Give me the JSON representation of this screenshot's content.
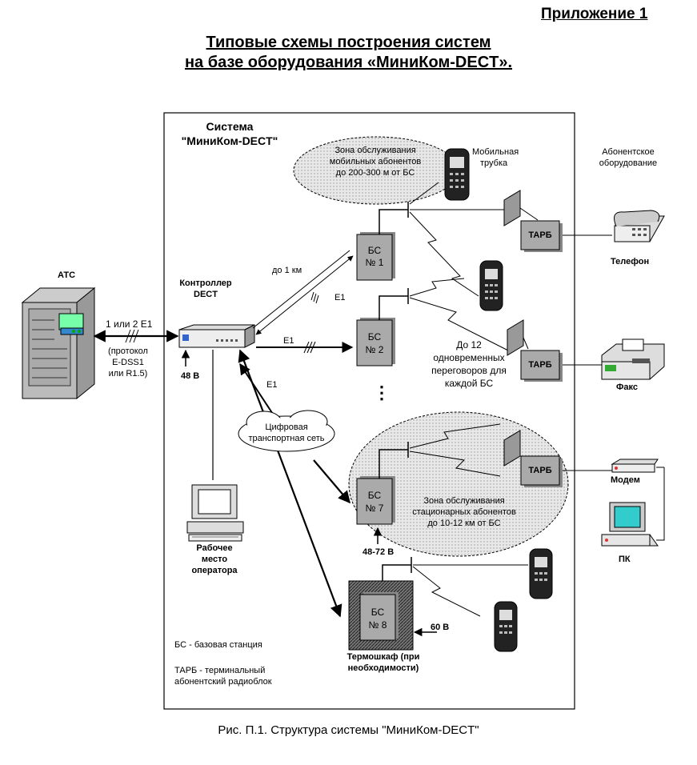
{
  "header": {
    "appendix": "Приложение 1"
  },
  "title": {
    "line1": "Типовые схемы построения систем",
    "line2": "на базе оборудования «МиниКом-DECT»."
  },
  "system": {
    "line1": "Система",
    "line2": "\"МиниКом-DECT\""
  },
  "zones": {
    "mobile": [
      "Зона обслуживания",
      "мобильных абонентов",
      "до 200-300 м от БС"
    ],
    "fixed": [
      "Зона обслуживания",
      "стационарных абонентов",
      "до 10-12 км от БС"
    ]
  },
  "labels": {
    "mobile_handset": [
      "Мобильная",
      "трубка"
    ],
    "subscriber_equipment": [
      "Абонентское",
      "оборудование"
    ],
    "ats": "АТС",
    "e1_count": "1 или 2 Е1",
    "protocol": [
      "(протокол",
      "E-DSS1",
      "или R1.5)"
    ],
    "controller": [
      "Контроллер",
      "DECT"
    ],
    "v48": "48 В",
    "v48_72": "48-72 В",
    "v60": "60 В",
    "distance": "до 1 км",
    "e1_a": "E1",
    "e1_b": "E1",
    "e1_c": "E1",
    "dots": "⋮",
    "transport_net": [
      "Цифровая",
      "транспортная сеть"
    ],
    "workplace": [
      "Рабочее",
      "место",
      "оператора"
    ],
    "simultaneous": [
      "До 12",
      "одновременных",
      "переговоров для",
      "каждой БС"
    ],
    "thermobox": [
      "Термошкаф (при",
      "необходимости)"
    ],
    "telephone": "Телефон",
    "fax": "Факс",
    "modem": "Модем",
    "pc": "ПК",
    "legend_bs": "БС - базовая станция",
    "legend_tarb": [
      "ТАРБ - терминальный",
      "абонентский радиоблок"
    ]
  },
  "base_stations": [
    {
      "name": "БС",
      "num": "№ 1"
    },
    {
      "name": "БС",
      "num": "№ 2"
    },
    {
      "name": "БС",
      "num": "№ 7"
    },
    {
      "name": "БС",
      "num": "№ 8"
    }
  ],
  "tarb": [
    "ТАРБ",
    "ТАРБ",
    "ТАРБ"
  ],
  "caption": "Рис. П.1. Структура системы \"МиниКом-DECT\""
}
